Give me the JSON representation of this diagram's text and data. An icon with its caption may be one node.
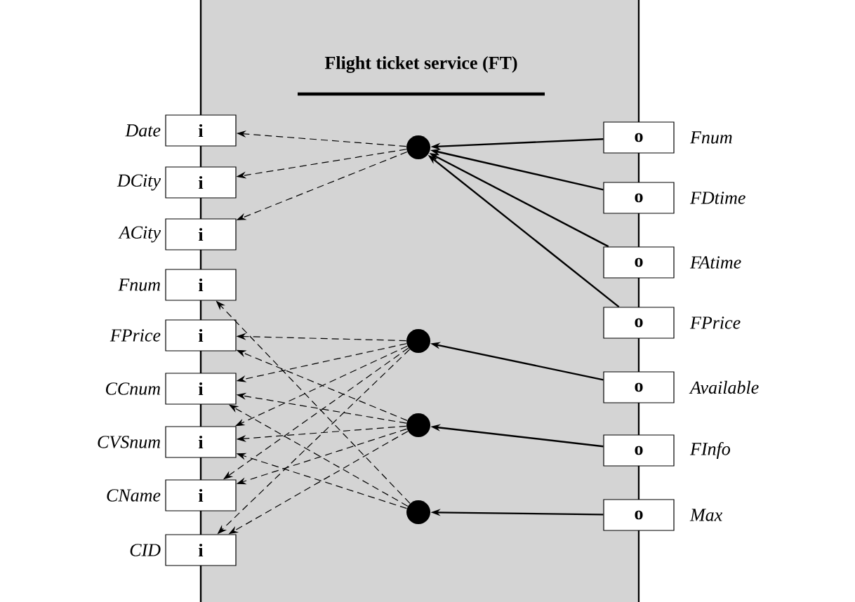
{
  "diagram": {
    "nodes": [
      {
        "text": [
          "Flight ticket service (FT)"
        ]
      },
      {
        "text": [
          "i"
        ],
        "beside": [
          "Date"
        ]
      },
      {
        "text": [
          "i"
        ],
        "beside": [
          "DCity"
        ]
      },
      {
        "text": [
          "i"
        ],
        "beside": [
          "ACity"
        ]
      },
      {
        "text": [
          "i"
        ],
        "beside": [
          "Fnum"
        ]
      },
      {
        "text": [
          "i"
        ],
        "beside": [
          "FPrice"
        ]
      },
      {
        "text": [
          "i"
        ],
        "beside": [
          "CCnum"
        ]
      },
      {
        "text": [
          "i"
        ],
        "beside": [
          "CVSnum"
        ]
      },
      {
        "text": [
          "i"
        ],
        "beside": [
          "CName"
        ]
      },
      {
        "text": [
          "i"
        ],
        "beside": [
          "CID"
        ]
      },
      {
        "text": [
          "o"
        ],
        "beside": [
          "Fnum"
        ]
      },
      {
        "text": [
          "o"
        ],
        "beside": [
          "FDtime"
        ]
      },
      {
        "text": [
          "o"
        ],
        "beside": [
          "FAtime"
        ]
      },
      {
        "text": [
          "o"
        ],
        "beside": [
          "FPrice"
        ]
      },
      {
        "text": [
          "o"
        ],
        "beside": [
          "Available"
        ]
      },
      {
        "text": [
          "o"
        ],
        "beside": [
          "FInfo"
        ]
      },
      {
        "text": [
          "o"
        ],
        "beside": [
          "Max"
        ]
      },
      {
        "text": [],
        "shape": "circle",
        "in": 0
      },
      {
        "text": [],
        "shape": "circle",
        "in": 0
      },
      {
        "text": [],
        "shape": "circle",
        "in": 0
      },
      {
        "text": [],
        "shape": "circle",
        "in": 0
      }
    ],
    "edges": [
      {
        "from": 17,
        "to": 1,
        "arrow": "to",
        "style": "dashed"
      },
      {
        "from": 17,
        "to": 2,
        "arrow": "to",
        "style": "dashed"
      },
      {
        "from": 17,
        "to": 3,
        "arrow": "to",
        "style": "dashed"
      },
      {
        "from": 18,
        "to": 5,
        "arrow": "to",
        "style": "dashed"
      },
      {
        "from": 18,
        "to": 6,
        "arrow": "to",
        "style": "dashed"
      },
      {
        "from": 18,
        "to": 7,
        "arrow": "to",
        "style": "dashed"
      },
      {
        "from": 18,
        "to": 8,
        "arrow": "to",
        "style": "dashed"
      },
      {
        "from": 18,
        "to": 9,
        "arrow": "to",
        "style": "dashed"
      },
      {
        "from": 19,
        "to": 5,
        "arrow": "to",
        "style": "dashed"
      },
      {
        "from": 19,
        "to": 6,
        "arrow": "to",
        "style": "dashed"
      },
      {
        "from": 19,
        "to": 7,
        "arrow": "to",
        "style": "dashed"
      },
      {
        "from": 19,
        "to": 8,
        "arrow": "to",
        "style": "dashed"
      },
      {
        "from": 19,
        "to": 9,
        "arrow": "to",
        "style": "dashed"
      },
      {
        "from": 20,
        "to": 4,
        "arrow": "to",
        "style": "dashed"
      },
      {
        "from": 20,
        "to": 6,
        "arrow": "to",
        "style": "dashed"
      },
      {
        "from": 20,
        "to": 7,
        "arrow": "to",
        "style": "dashed"
      },
      {
        "from": 10,
        "to": 17,
        "arrow": "to"
      },
      {
        "from": 11,
        "to": 17,
        "arrow": "to"
      },
      {
        "from": 12,
        "to": 17,
        "arrow": "to"
      },
      {
        "from": 13,
        "to": 17,
        "arrow": "to"
      },
      {
        "from": 14,
        "to": 18,
        "arrow": "to"
      },
      {
        "from": 15,
        "to": 19,
        "arrow": "to"
      },
      {
        "from": 16,
        "to": 20,
        "arrow": "to"
      }
    ]
  }
}
